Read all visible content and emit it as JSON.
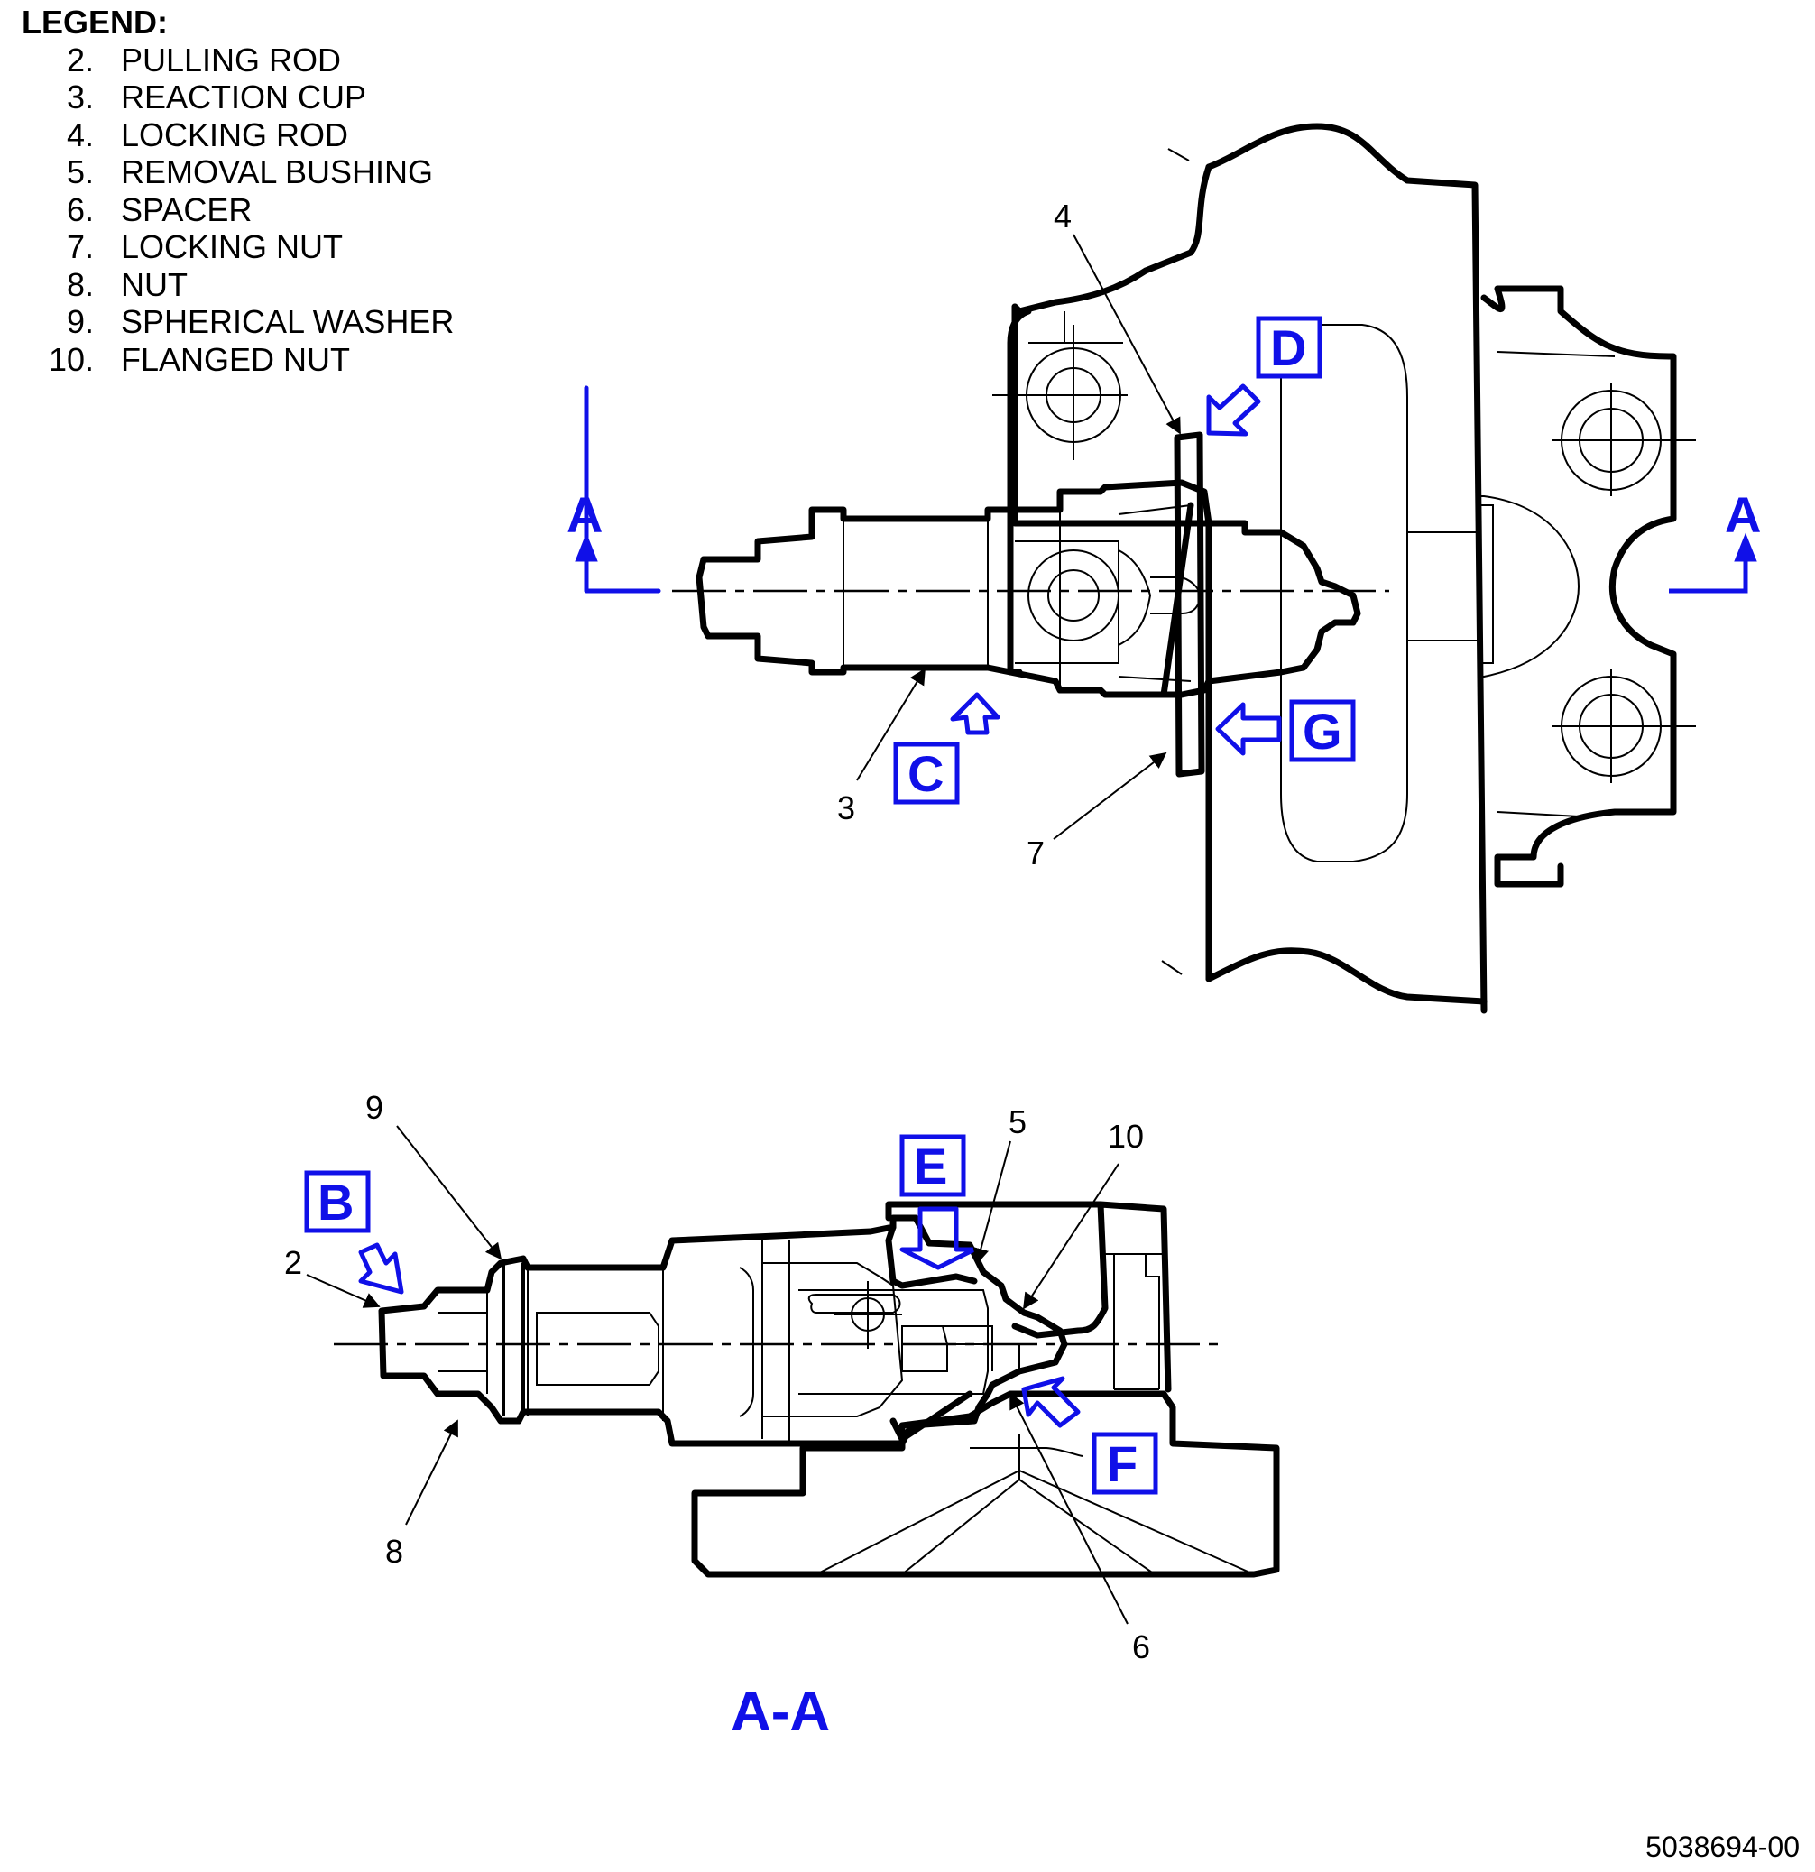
{
  "legend": {
    "title": "LEGEND:",
    "items": [
      {
        "num": "2.",
        "label": "PULLING ROD"
      },
      {
        "num": "3.",
        "label": "REACTION CUP"
      },
      {
        "num": "4.",
        "label": "LOCKING ROD"
      },
      {
        "num": "5.",
        "label": "REMOVAL BUSHING"
      },
      {
        "num": "6.",
        "label": "SPACER"
      },
      {
        "num": "7.",
        "label": "LOCKING NUT"
      },
      {
        "num": "8.",
        "label": "NUT"
      },
      {
        "num": "9.",
        "label": "SPHERICAL WASHER"
      },
      {
        "num": "10.",
        "label": "FLANGED  NUT"
      }
    ]
  },
  "callouts": {
    "c2": "2",
    "c3": "3",
    "c4": "4",
    "c5": "5",
    "c6": "6",
    "c7": "7",
    "c8": "8",
    "c9": "9",
    "c10": "10"
  },
  "detail_labels": {
    "B": "B",
    "C": "C",
    "D": "D",
    "E": "E",
    "F": "F",
    "G": "G"
  },
  "section": {
    "left_marker": "A",
    "right_marker": "A",
    "view_title": "A-A"
  },
  "figure_number": "5038694-00",
  "colors": {
    "accent": "#1010e8",
    "line": "#000000"
  }
}
